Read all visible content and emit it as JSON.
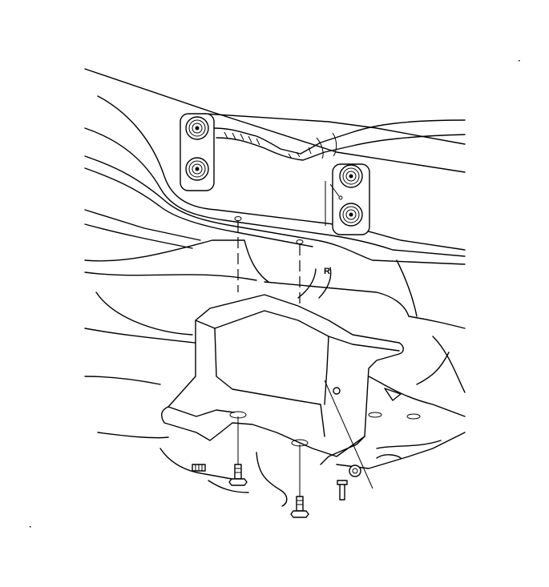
{
  "diagram": {
    "type": "exploded-view line drawing",
    "subject": "underbody shield / skid plate mounting to frame crossmember",
    "markings": {
      "orientation_letter": "R"
    },
    "parts": [
      {
        "id": "crossmember",
        "label": "frame crossmember"
      },
      {
        "id": "mount-plate-left",
        "label": "left mounting plate with 2 bolts"
      },
      {
        "id": "mount-plate-right",
        "label": "right mounting plate with 2 bolts"
      },
      {
        "id": "wiring-harness",
        "label": "wiring harness with clips"
      },
      {
        "id": "shield",
        "label": "underbody shield"
      },
      {
        "id": "bolt-1",
        "label": "flange bolt"
      },
      {
        "id": "bolt-2",
        "label": "flange bolt"
      },
      {
        "id": "bolt-3",
        "label": "bolt"
      },
      {
        "id": "nut",
        "label": "nut"
      }
    ]
  }
}
